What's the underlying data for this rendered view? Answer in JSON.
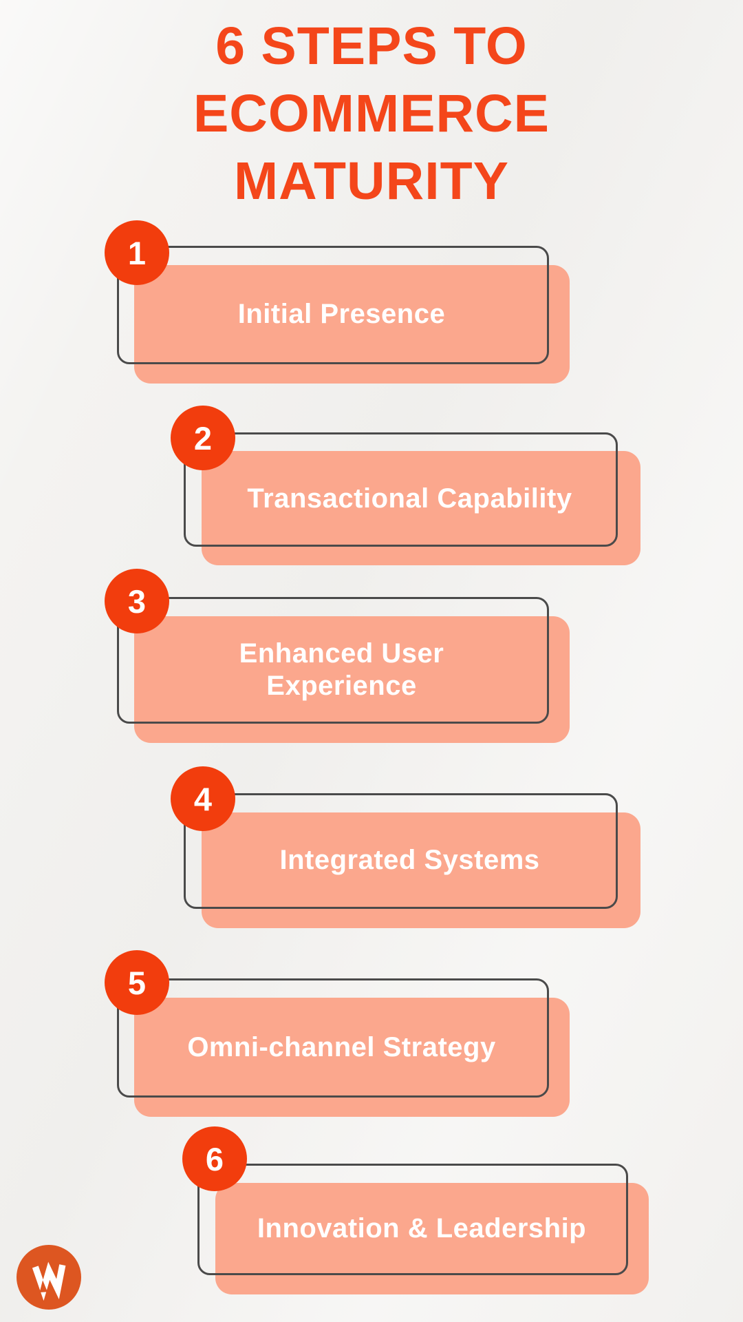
{
  "title": {
    "lines": [
      "6 STEPS TO",
      "ECOMMERCE",
      "MATURITY"
    ]
  },
  "steps": [
    {
      "number": "1",
      "label": "Initial Presence"
    },
    {
      "number": "2",
      "label": "Transactional Capability"
    },
    {
      "number": "3",
      "label": "Enhanced User Experience"
    },
    {
      "number": "4",
      "label": "Integrated Systems"
    },
    {
      "number": "5",
      "label": "Omni-channel Strategy"
    },
    {
      "number": "6",
      "label": "Innovation & Leadership"
    }
  ],
  "logo": {
    "icon": "w-mark-icon"
  },
  "colors": {
    "title-orange": "#F4461A",
    "badge-orange": "#F23D0D",
    "salmon": "#FBA78D",
    "outline-gray": "#4A4A4A",
    "bg": "#F4F3F1",
    "logo-orange": "#DD5621",
    "white": "#FFFFFF"
  }
}
